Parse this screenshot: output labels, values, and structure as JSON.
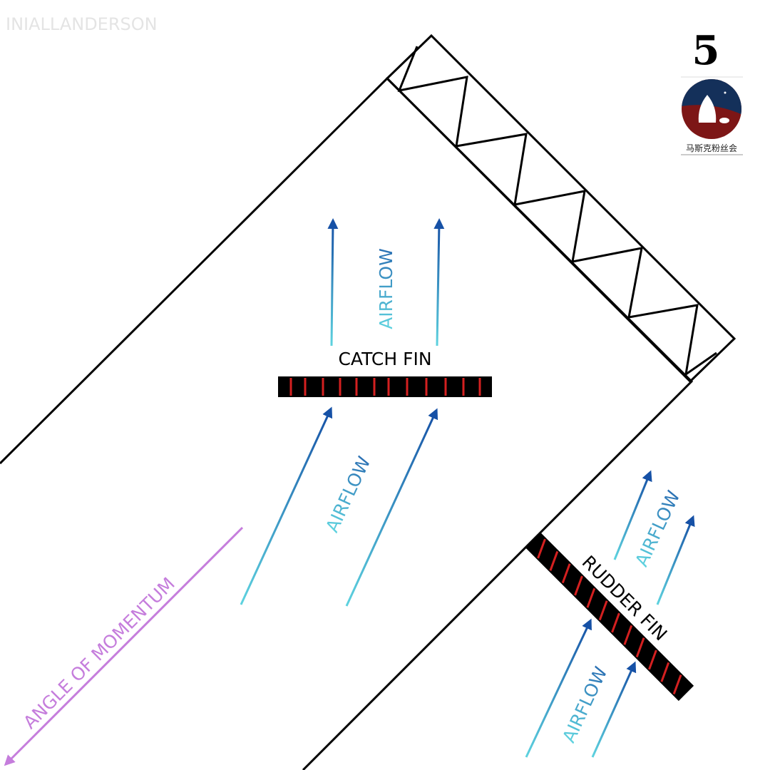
{
  "watermark": "INIALLANDERSON",
  "page_number": "5",
  "logo": {
    "caption": "马斯克粉丝会"
  },
  "labels": {
    "catch_fin": "CATCH FIN",
    "rudder_fin": "RUDDER FIN",
    "airflow_top": "AIRFLOW",
    "airflow_middle": "AIRFLOW",
    "airflow_rudder_upper": "AIRFLOW",
    "airflow_rudder_lower": "AIRFLOW",
    "angle_of_momentum": "ANGLE OF MOMENTUM"
  },
  "colors": {
    "airflow_tail": "#5ed3df",
    "airflow_head": "#1651a6",
    "momentum": "#c57ddc",
    "fin_body": "#000000",
    "fin_stripe": "#d42020",
    "logo_navy": "#14305a",
    "logo_red": "#7d1616"
  }
}
